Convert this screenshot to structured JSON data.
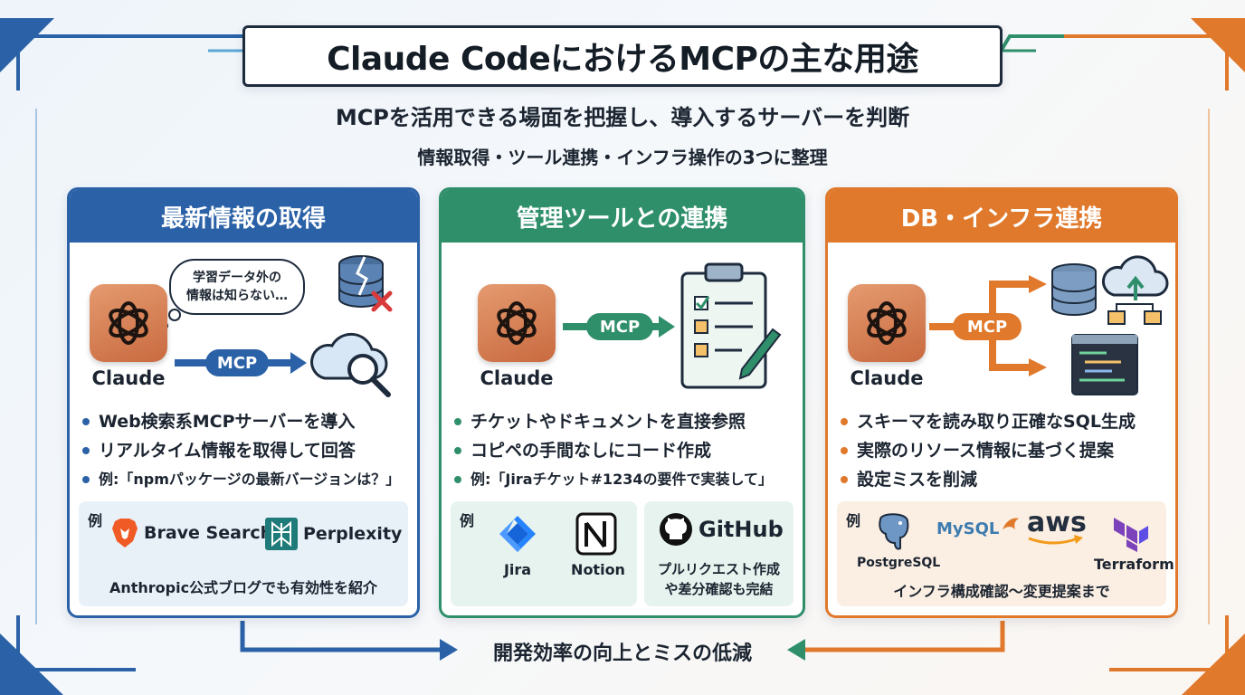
{
  "title": "Claude CodeにおけるMCPの主な用途",
  "subtitle": "MCPを活用できる場面を把握し、導入するサーバーを判断",
  "subtitle2": "情報取得・ツール連携・インフラ操作の3つに整理",
  "colors": {
    "blue": "#2b62a7",
    "green": "#2f8f6b",
    "orange": "#e0792b"
  },
  "cards": [
    {
      "header": "最新情報の取得",
      "claude_label": "Claude",
      "mcp_label": "MCP",
      "bubble_line1": "学習データ外の",
      "bubble_line2": "情報は知らない…",
      "icons": [
        "broken-database-icon",
        "cloud-search-icon"
      ],
      "bullets": [
        "Web検索系MCPサーバーを導入",
        "リアルタイム情報を取得して回答",
        "例:「npmパッケージの最新バージョンは？」"
      ],
      "example_label": "例",
      "brands": [
        "Brave Search",
        "Perplexity"
      ],
      "example_caption": "Anthropic公式ブログでも有効性を紹介"
    },
    {
      "header": "管理ツールとの連携",
      "claude_label": "Claude",
      "mcp_label": "MCP",
      "icons": [
        "clipboard-checklist-icon"
      ],
      "bullets": [
        "チケットやドキュメントを直接参照",
        "コピペの手間なしにコード作成",
        "例:「Jiraチケット#1234の要件で実装して」"
      ],
      "example_label": "例",
      "brands": [
        "Jira",
        "Notion",
        "GitHub"
      ],
      "github_caption_line1": "プルリクエスト作成",
      "github_caption_line2": "や差分確認も完結"
    },
    {
      "header": "DB・インフラ連携",
      "claude_label": "Claude",
      "mcp_label": "MCP",
      "icons": [
        "database-icon",
        "cloud-upload-icon",
        "terminal-icon"
      ],
      "bullets": [
        "スキーマを読み取り正確なSQL生成",
        "実際のリソース情報に基づく提案",
        "設定ミスを削減"
      ],
      "example_label": "例",
      "brands": [
        "PostgreSQL",
        "MySQL",
        "aws",
        "Terraform"
      ],
      "example_caption": "インフラ構成確認～変更提案まで"
    }
  ],
  "bottom_label": "開発効率の向上とミスの低減"
}
